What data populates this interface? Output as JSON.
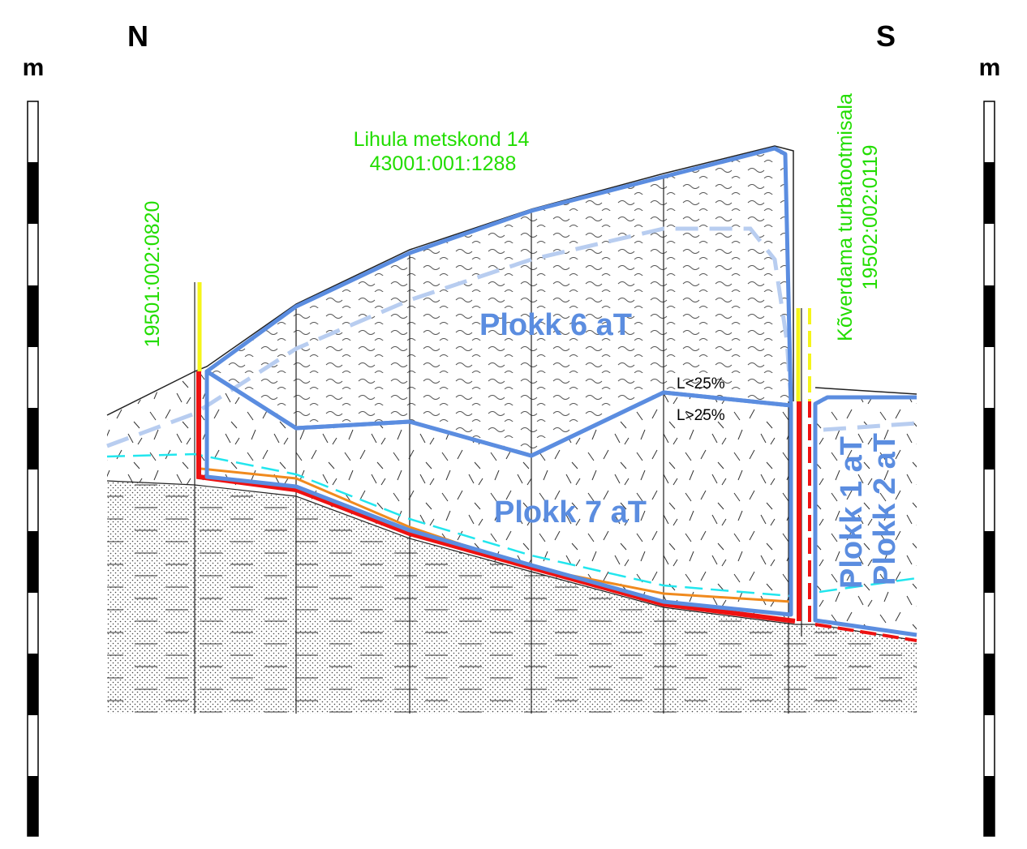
{
  "labels": {
    "north": "N",
    "south": "S",
    "unit_left": "m",
    "unit_right": "m",
    "parcel_top_line1": "Lihula metskond 14",
    "parcel_top_line2": "43001:001:1288",
    "parcel_left": "19501:002:0820",
    "parcel_right_line1": "Kõverdama turbatootmisala",
    "parcel_right_line2": "19502:002:0119",
    "block6": "Plokk 6 aT",
    "block7": "Plokk 7 aT",
    "block1": "Plokk 1 aT",
    "block2": "Plokk 2 aT",
    "ash_less": "L<25%",
    "ash_more": "L>25%"
  },
  "colors": {
    "block_outline": "#5b8de0",
    "block_outline_light": "#b8cdf0",
    "boundary_red": "#ee1111",
    "boundary_yellow": "#f5f51a",
    "orange_line": "#f08a1e",
    "cyan_dashed": "#22e6ee",
    "label_green": "#22dd00"
  }
}
